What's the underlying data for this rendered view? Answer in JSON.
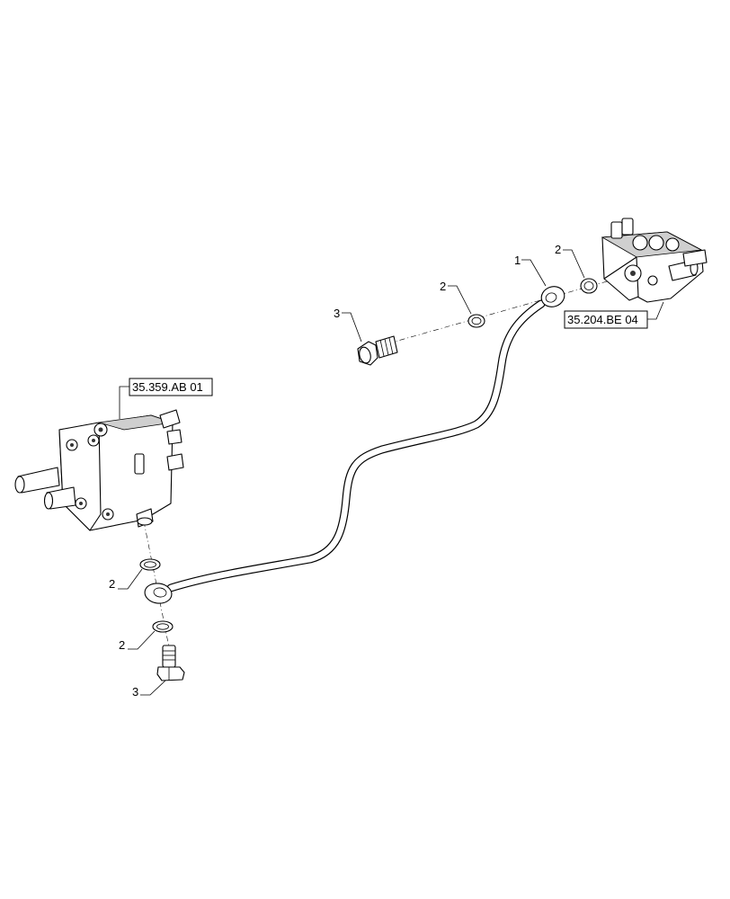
{
  "references": {
    "left_valve": "35.359.AB 01",
    "right_valve": "35.204.BE 04"
  },
  "callouts": {
    "tube": "1",
    "ring_top_right": "2",
    "ring_top_mid": "2",
    "plug_top": "3",
    "ring_bottom_upper": "2",
    "ring_bottom_lower": "2",
    "plug_bottom": "3"
  },
  "colors": {
    "line": "#000000",
    "background": "#ffffff"
  }
}
